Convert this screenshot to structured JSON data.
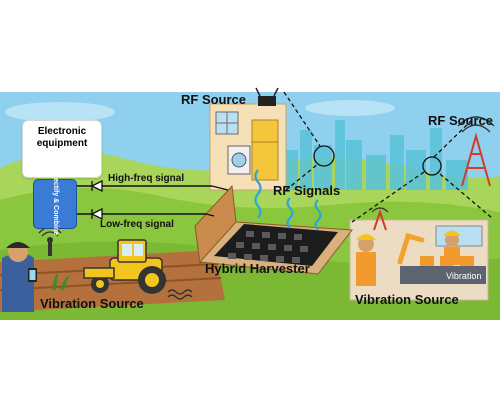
{
  "labels": {
    "rf_source_top": "RF Source",
    "rf_source_right": "RF Source",
    "electronic_equipment": "Electronic equipment",
    "rectify_combine": "Rectify & Combine",
    "high_freq": "High-freq signal",
    "low_freq": "Low-freq signal",
    "rf_signals": "RF Signals",
    "hybrid_harvester": "Hybrid Harvester",
    "vibration_source_left": "Vibration Source",
    "vibration_source_right": "Vibration Source",
    "vibration_panel": "Vibration"
  },
  "colors": {
    "sky": "#8fd0ee",
    "grass": "#8bc63f",
    "field": "#b5713d",
    "tractor": "#f2c41c",
    "rectify": "#3a7bd5",
    "wave": "#2aa6d8",
    "city": "#5cc3d8",
    "house": "#f6e0b8"
  }
}
